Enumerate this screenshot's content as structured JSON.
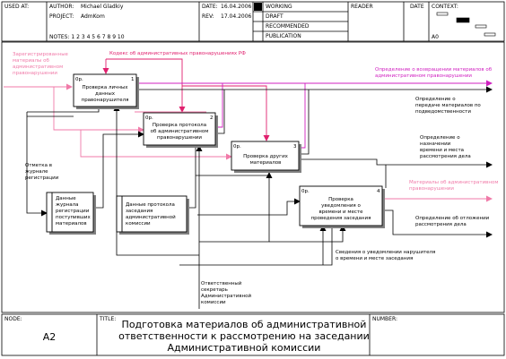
{
  "header": {
    "used_at": "USED AT:",
    "author_label": "AUTHOR:",
    "author": "Michael Gladkiy",
    "project_label": "PROJECT:",
    "project": "AdmKom",
    "date_label": "DATE:",
    "date": "16.04.2006",
    "rev_label": "REV:",
    "rev": "17.04.2006",
    "notes": "NOTES: 1 2 3 4 5 6 7 8 9 10",
    "status": [
      "WORKING",
      "DRAFT",
      "RECOMMENDED",
      "PUBLICATION"
    ],
    "reader": "READER",
    "date2": "DATE",
    "context": "CONTEXT:",
    "context_node": "A0"
  },
  "boxes": [
    {
      "number": "1",
      "cost": "0р.",
      "lines": [
        "Проверка личных",
        "данных",
        "правонарушителя"
      ]
    },
    {
      "number": "2",
      "cost": "0р.",
      "lines": [
        "Проверка протокола",
        "об административном",
        "правонарушении"
      ]
    },
    {
      "number": "3",
      "cost": "0р.",
      "lines": [
        "Проверка других",
        "материалов"
      ]
    },
    {
      "number": "4",
      "cost": "0р.",
      "lines": [
        "Проверка",
        "уведомления о",
        "времени и месте",
        "проведения заседания"
      ]
    }
  ],
  "stores": [
    {
      "lines": [
        "Данные",
        "журнала",
        "регистрации",
        "поступивших",
        "материалов"
      ]
    },
    {
      "lines": [
        "Данные протокола",
        "заседания",
        "административной",
        "комиссии"
      ]
    }
  ],
  "labels": {
    "input_materials": [
      "Зарегистрированные",
      "материалы об",
      "административном",
      "правонарушении"
    ],
    "control_code": "Кодекс об административных правонарушениях РФ",
    "return_materials": [
      "Определение о возвращении материалов об",
      "административном правонарушении"
    ],
    "transfer": [
      "Определение о",
      "передаче материалов по",
      "подведомственности"
    ],
    "appointment": [
      "Определение о",
      "назначении",
      "времени и места",
      "рассмотрения дела"
    ],
    "admin_materials": [
      "Материалы об административном",
      "правонарушении"
    ],
    "postpone": [
      "Определение об отложении",
      "рассмотрения дела"
    ],
    "registration_mark": [
      "Отметка в",
      "журнале",
      "регистрации"
    ],
    "notice_info": [
      "Сведения о уведомлении нарушителя",
      "о времени и месте заседания"
    ],
    "secretary": [
      "Ответственный",
      "секретарь",
      "Административной",
      "комиссии"
    ]
  },
  "footer": {
    "node_label": "NODE:",
    "node": "A2",
    "title_label": "TITLE:",
    "title_lines": [
      "Подготовка материалов об  административной",
      "ответственности  к рассмотрению на заседании",
      "Административной комиссии"
    ],
    "number_label": "NUMBER:"
  },
  "colors": {
    "control": "#e0206e",
    "input": "#f07aa8",
    "output_pink": "#d020c0",
    "line": "#000000"
  }
}
